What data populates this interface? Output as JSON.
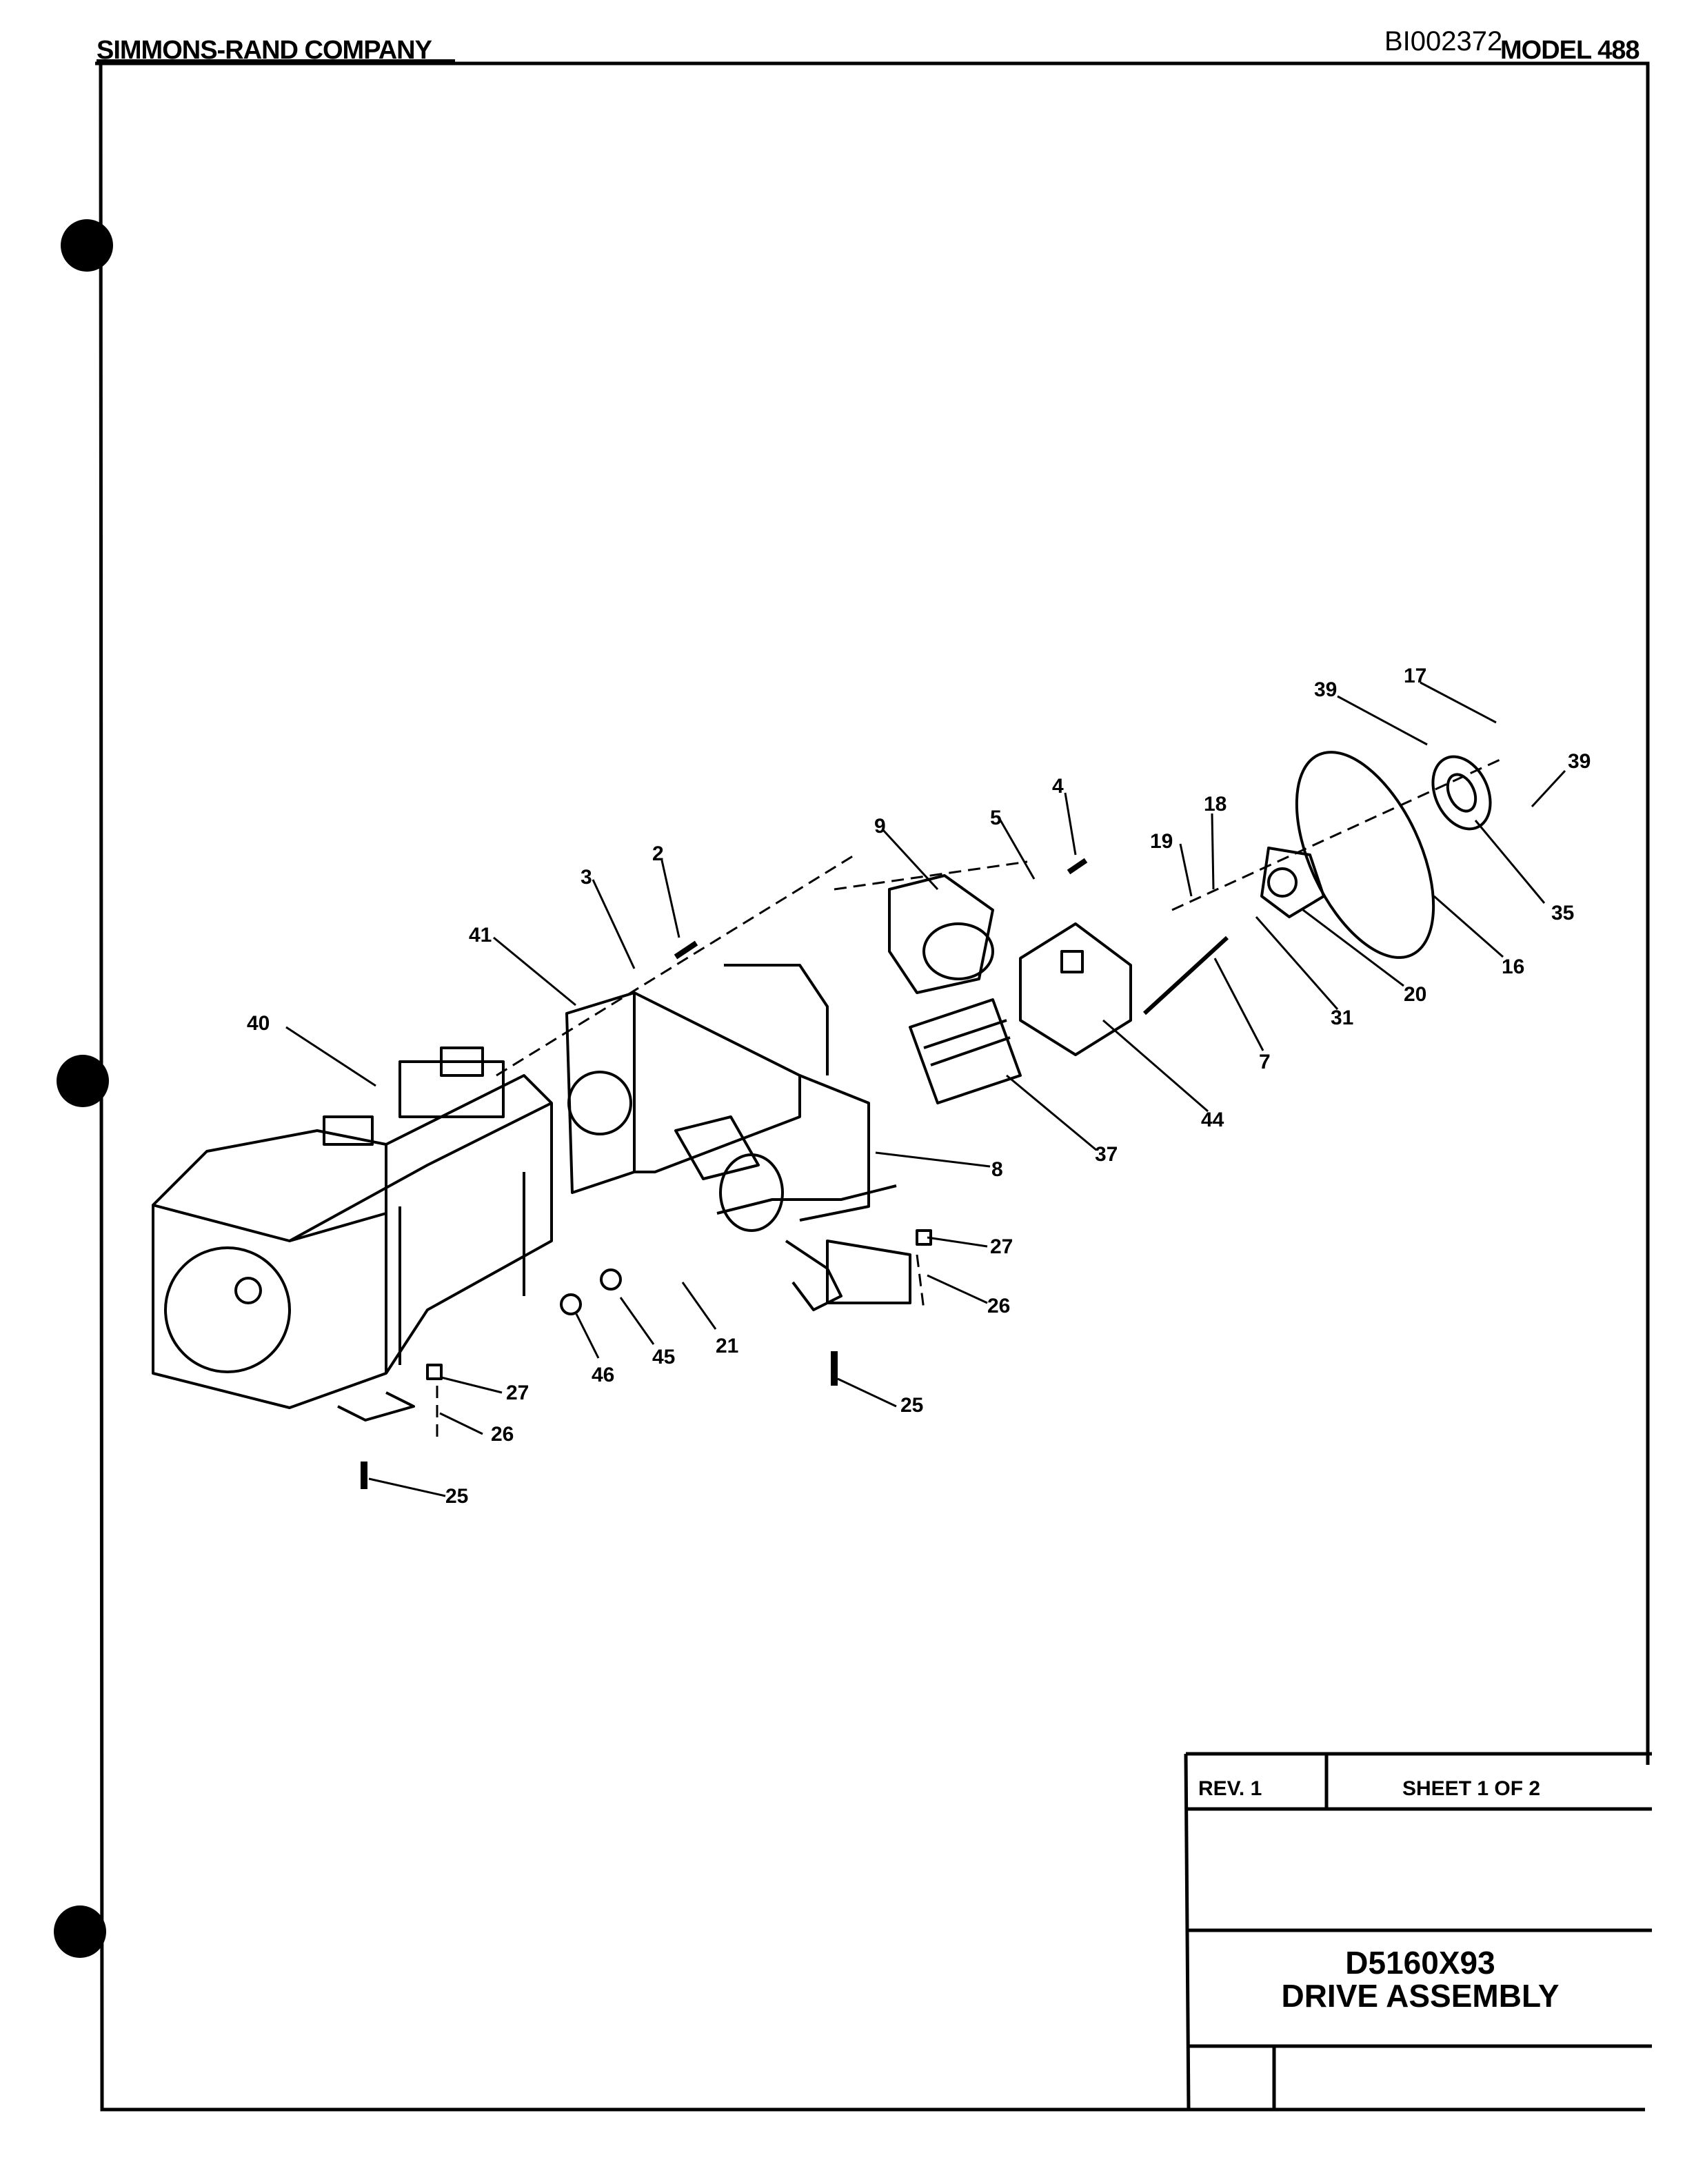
{
  "header": {
    "company": "SIMMONS-RAND COMPANY",
    "model": "MODEL 488",
    "doc_id": "BI002372"
  },
  "title_block": {
    "revision": "REV. 1",
    "sheet": "SHEET 1 OF 2",
    "drawing_number": "D5160X93",
    "drawing_title": "DRIVE ASSEMBLY"
  },
  "callouts": [
    "17",
    "39",
    "39",
    "18",
    "19",
    "4",
    "5",
    "9",
    "3",
    "2",
    "41",
    "40",
    "35",
    "16",
    "20",
    "31",
    "7",
    "44",
    "37",
    "8",
    "27",
    "26",
    "21",
    "45",
    "46",
    "27",
    "26",
    "25",
    "25"
  ]
}
